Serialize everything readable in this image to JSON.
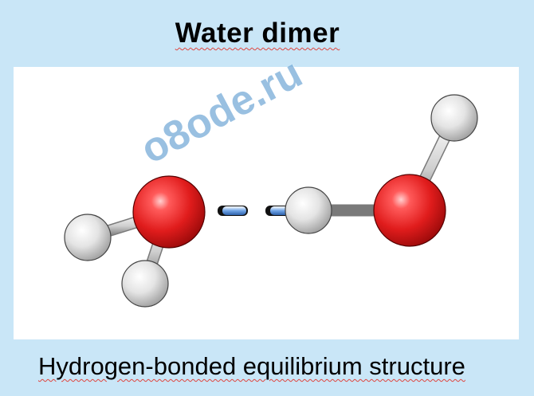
{
  "title": "Water dimer",
  "caption": "Hydrogen-bonded equilibrium structure",
  "watermark": "o8ode.ru",
  "colors": {
    "background": "#c9e6f7",
    "oxygen": "#dd2020",
    "hydrogen": "#e8e8e8",
    "hbond": "#6fa4e6"
  },
  "diagram": {
    "atoms": [
      {
        "id": "O1",
        "element": "O"
      },
      {
        "id": "H1a",
        "element": "H"
      },
      {
        "id": "H1b",
        "element": "H"
      },
      {
        "id": "O2",
        "element": "O"
      },
      {
        "id": "H2a",
        "element": "H"
      },
      {
        "id": "H2b",
        "element": "H"
      }
    ],
    "bonds": [
      {
        "from": "O1",
        "to": "H1a",
        "type": "covalent"
      },
      {
        "from": "O1",
        "to": "H1b",
        "type": "covalent"
      },
      {
        "from": "O2",
        "to": "H2a",
        "type": "covalent"
      },
      {
        "from": "O2",
        "to": "H2b",
        "type": "covalent"
      },
      {
        "from": "O1",
        "to": "H2a",
        "type": "hydrogen"
      }
    ]
  }
}
